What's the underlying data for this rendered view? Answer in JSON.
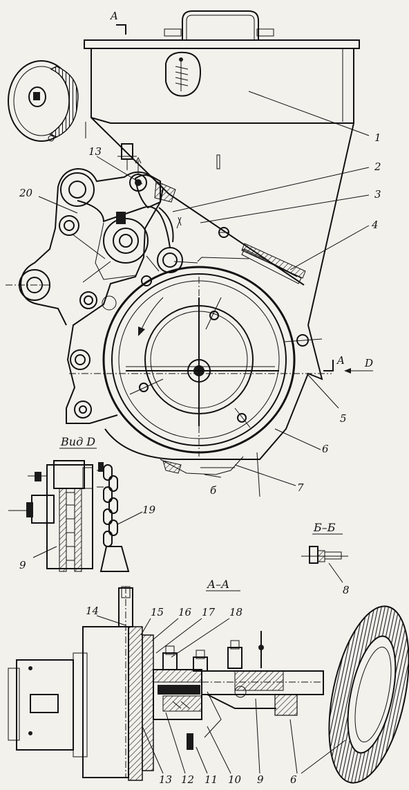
{
  "labels": {
    "p1": "1",
    "p2": "2",
    "p3": "3",
    "p4": "4",
    "p5": "5",
    "p6": "6",
    "p7": "7",
    "p8": "8",
    "p9": "9",
    "p13": "13",
    "p19": "19",
    "p20": "20",
    "section_a_marker": "A",
    "section_a_marker_right": "A",
    "view_d_marker": "D",
    "b_marker": "б"
  },
  "captions": {
    "view_d": "Вид D",
    "section_bb": "Б–Б",
    "section_aa": "А–А"
  },
  "section_labels": {
    "s14": "14",
    "s15": "15",
    "s16": "16",
    "s17": "17",
    "s18": "18",
    "s13": "13",
    "s12": "12",
    "s11": "11",
    "s10": "10",
    "s9": "9",
    "s6": "6"
  }
}
